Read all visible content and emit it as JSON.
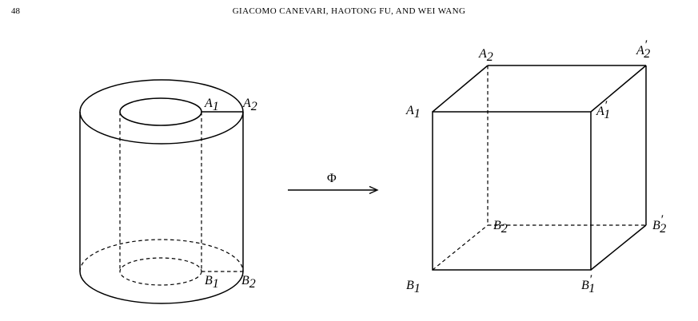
{
  "header": {
    "page_number": "48",
    "running_head": "GIACOMO CANEVARI, HAOTONG FU, AND WEI WANG"
  },
  "figure": {
    "map_label": "Φ",
    "cylinder_labels": {
      "A1": {
        "base": "A",
        "sub": "1",
        "prime": ""
      },
      "A2": {
        "base": "A",
        "sub": "2",
        "prime": ""
      },
      "B1": {
        "base": "B",
        "sub": "1",
        "prime": ""
      },
      "B2": {
        "base": "B",
        "sub": "2",
        "prime": ""
      }
    },
    "cube_labels": {
      "A1": {
        "base": "A",
        "sub": "1",
        "prime": ""
      },
      "A2": {
        "base": "A",
        "sub": "2",
        "prime": ""
      },
      "A1p": {
        "base": "A",
        "sub": "1",
        "prime": "′"
      },
      "A2p": {
        "base": "A",
        "sub": "2",
        "prime": "′"
      },
      "B1": {
        "base": "B",
        "sub": "1",
        "prime": ""
      },
      "B2": {
        "base": "B",
        "sub": "2",
        "prime": ""
      },
      "B1p": {
        "base": "B",
        "sub": "1",
        "prime": "′"
      },
      "B2p": {
        "base": "B",
        "sub": "2",
        "prime": "′"
      }
    }
  }
}
